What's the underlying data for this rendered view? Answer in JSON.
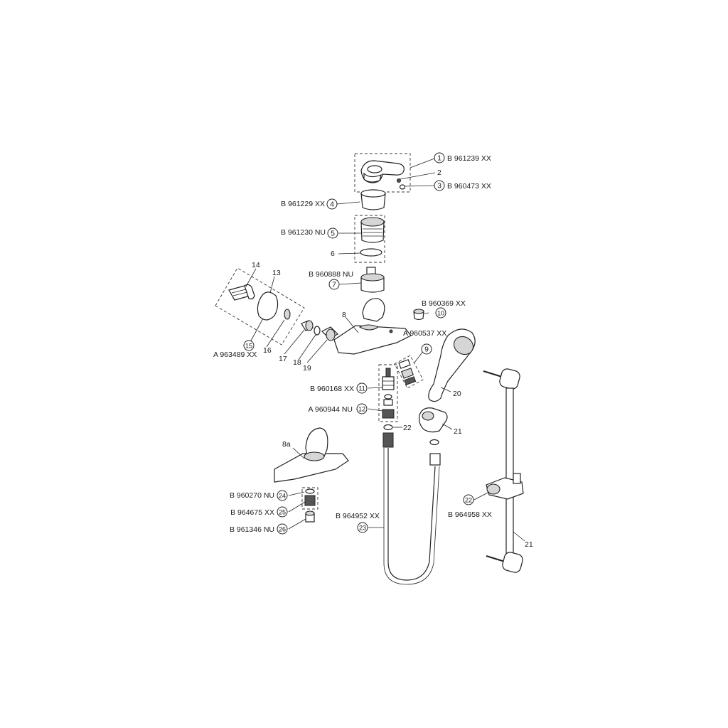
{
  "callouts": {
    "c1": {
      "num": "1",
      "code": "B 961239 XX"
    },
    "c2": {
      "num": "2"
    },
    "c3": {
      "num": "3",
      "code": "B 960473 XX"
    },
    "c4": {
      "num": "4",
      "code": "B 961229 XX"
    },
    "c5": {
      "num": "5",
      "code": "B 961230 NU"
    },
    "c6": {
      "num": "6"
    },
    "c7": {
      "num": "7",
      "code": "B 960888 NU"
    },
    "c8": {
      "num": "8"
    },
    "c8a": {
      "num": "8a"
    },
    "c9": {
      "num": "9"
    },
    "c10": {
      "num": "10",
      "code": "B 960369 XX"
    },
    "c11": {
      "num": "11",
      "code": "B 960168 XX"
    },
    "c12": {
      "num": "12",
      "code": "A 960944 NU"
    },
    "c13": {
      "num": "13"
    },
    "c14": {
      "num": "14"
    },
    "c15": {
      "num": "15",
      "code": "A 963489 XX"
    },
    "c16": {
      "num": "16"
    },
    "c17": {
      "num": "17"
    },
    "c18": {
      "num": "18"
    },
    "c19": {
      "num": "19"
    },
    "c20": {
      "num": "20"
    },
    "c21a": {
      "num": "21"
    },
    "c21b": {
      "num": "21"
    },
    "c22a": {
      "num": "22"
    },
    "c22b": {
      "num": "22",
      "code": "B 964958 XX"
    },
    "c23": {
      "num": "23",
      "code": "B 964952 XX"
    },
    "c24": {
      "num": "24",
      "code": "B 960270 NU"
    },
    "c25": {
      "num": "25",
      "code": "B 964675 XX"
    },
    "c26": {
      "num": "26",
      "code": "B 961346 NU"
    },
    "c9code": {
      "code": "A 960537 XX"
    }
  }
}
